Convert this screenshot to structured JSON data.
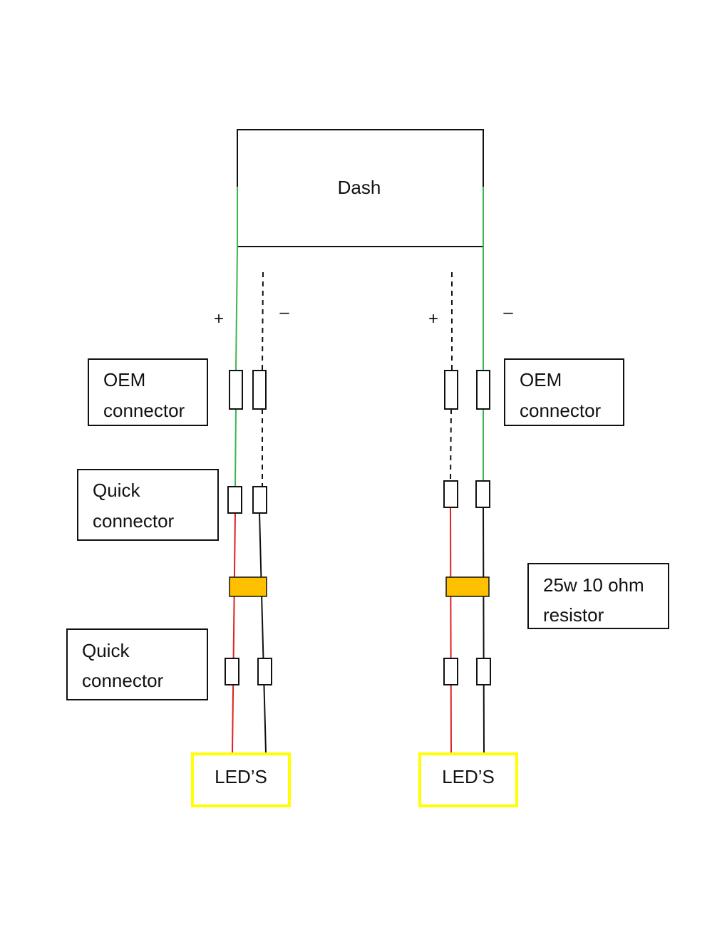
{
  "dash": {
    "label": "Dash"
  },
  "polarity": {
    "plus": "+",
    "minus": "–"
  },
  "left": {
    "oem_label_1": "OEM",
    "oem_label_2": "connector",
    "quick1_label_1": "Quick",
    "quick1_label_2": "connector",
    "quick2_label_1": "Quick",
    "quick2_label_2": "connector",
    "led_label": "LED’S"
  },
  "right": {
    "oem_label_1": "OEM",
    "oem_label_2": "connector",
    "resistor_label_1": "25w 10 ohm",
    "resistor_label_2": "resistor",
    "led_label": "LED’S"
  },
  "colors": {
    "positive_wire_upper": "#3cb550",
    "negative_wire_dashed": "#111111",
    "positive_wire_lower": "#e02020",
    "negative_wire_lower": "#111111",
    "resistor": "#ffc000",
    "led_box": "#ffff00"
  }
}
